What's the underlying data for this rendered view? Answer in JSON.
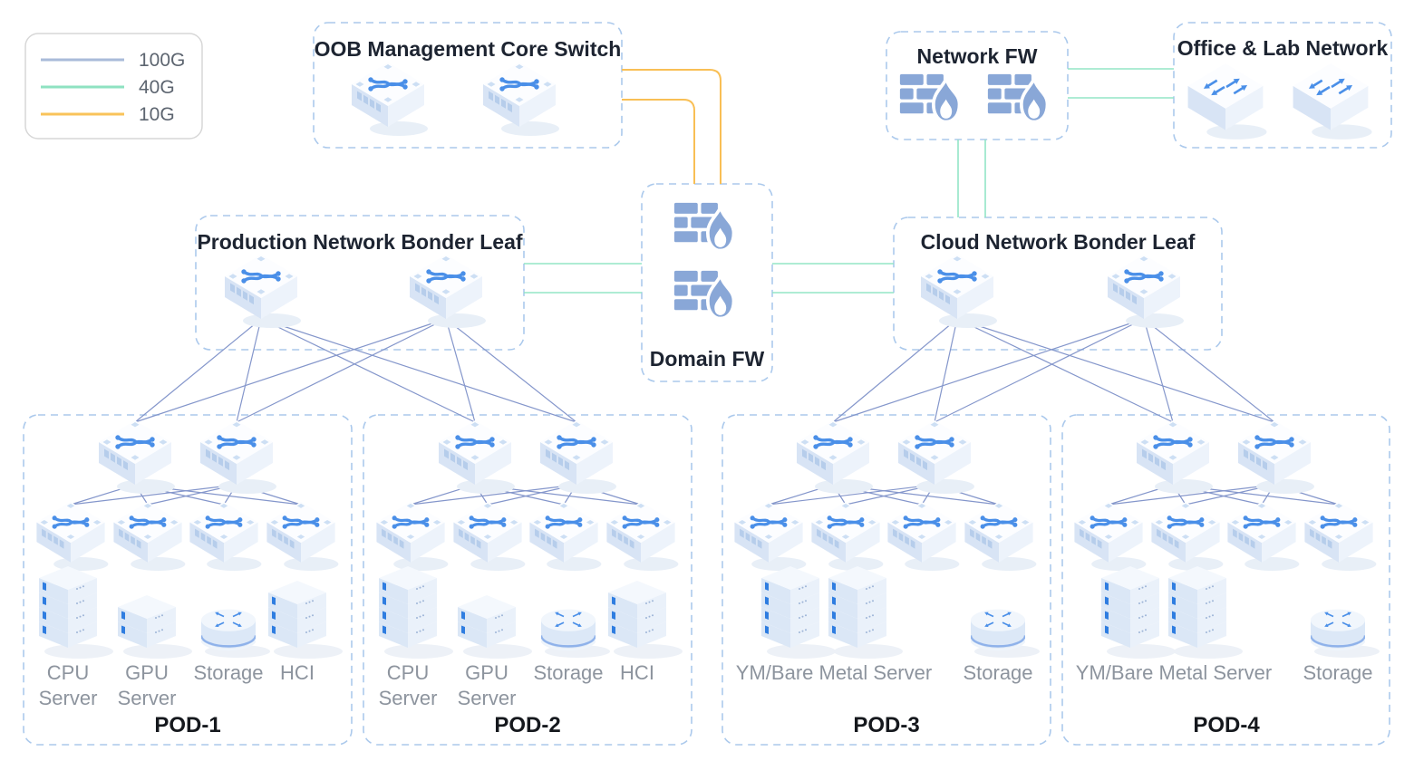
{
  "legend": {
    "items": [
      {
        "label": "100G",
        "color": "#a9bbd9"
      },
      {
        "label": "40G",
        "color": "#8ee2c1"
      },
      {
        "label": "10G",
        "color": "#f9c35a"
      }
    ]
  },
  "link_colors": {
    "100G": "#8496cb",
    "40G": "#93e5c6",
    "10G": "#f9bf55"
  },
  "groups": {
    "oob": {
      "title": "OOB Management Core Switch"
    },
    "network_fw": {
      "title": "Network FW"
    },
    "office_lab": {
      "title": "Office & Lab Network"
    },
    "production_leaf": {
      "title": "Production Network Bonder Leaf"
    },
    "domain_fw": {
      "title": "Domain FW"
    },
    "cloud_leaf": {
      "title": "Cloud Network Bonder Leaf"
    }
  },
  "pods": [
    {
      "name": "POD-1",
      "devices": [
        {
          "label": "CPU Server",
          "lines": [
            "CPU",
            "Server"
          ]
        },
        {
          "label": "GPU Server",
          "lines": [
            "GPU",
            "Server"
          ]
        },
        {
          "label": "Storage",
          "lines": [
            "Storage"
          ]
        },
        {
          "label": "HCI",
          "lines": [
            "HCI"
          ]
        }
      ]
    },
    {
      "name": "POD-2",
      "devices": [
        {
          "label": "CPU Server",
          "lines": [
            "CPU",
            "Server"
          ]
        },
        {
          "label": "GPU Server",
          "lines": [
            "GPU",
            "Server"
          ]
        },
        {
          "label": "Storage",
          "lines": [
            "Storage"
          ]
        },
        {
          "label": "HCI",
          "lines": [
            "HCI"
          ]
        }
      ]
    },
    {
      "name": "POD-3",
      "devices": [
        {
          "label": "YM/Bare Metal Server",
          "lines": [
            "YM/Bare Metal Server"
          ]
        },
        {
          "label": "Storage",
          "lines": [
            "Storage"
          ]
        }
      ]
    },
    {
      "name": "POD-4",
      "devices": [
        {
          "label": "YM/Bare Metal Server",
          "lines": [
            "YM/Bare Metal Server"
          ]
        },
        {
          "label": "Storage",
          "lines": [
            "Storage"
          ]
        }
      ]
    }
  ]
}
